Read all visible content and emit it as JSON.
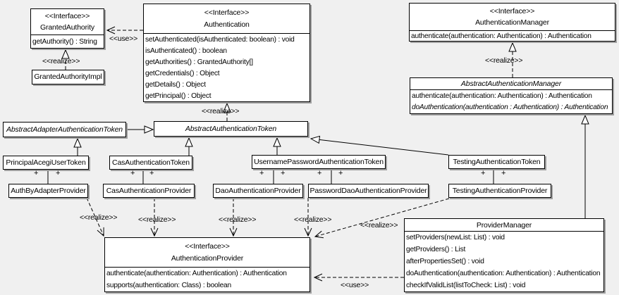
{
  "colors": {
    "background": "#f0f0f0",
    "box_fill": "#ffffff",
    "line": "#000000",
    "shadow": "#9f9f9f"
  },
  "labels": {
    "use": "<<use>>",
    "realize": "<<realize>>",
    "plus": "+"
  },
  "classes": {
    "granted_authority": {
      "stereotype": "<<Interface>>",
      "name": "GrantedAuthority",
      "methods": [
        "getAuthority() : String"
      ]
    },
    "granted_authority_impl": {
      "name": "GrantedAuthorityImpl"
    },
    "authentication": {
      "stereotype": "<<Interface>>",
      "name": "Authentication",
      "methods": [
        "setAuthenticated(isAuthenticated: boolean) : void",
        "isAuthenticated() : boolean",
        "getAuthorities() : GrantedAuthority[]",
        "getCredentials() : Object",
        "getDetails() : Object",
        "getPrincipal() : Object"
      ]
    },
    "authentication_manager": {
      "stereotype": "<<Interface>>",
      "name": "AuthenticationManager",
      "methods": [
        "authenticate(authentication: Authentication) : Authentication"
      ]
    },
    "abstract_authentication_manager": {
      "name": "AbstractAuthenticationManager",
      "methods": [
        "authenticate(authentication: Authentication) : Authentication",
        "doAuthentication(authentication : Authentication) : Authentication"
      ]
    },
    "abstract_adapter_authentication_token": {
      "name": "AbstractAdapterAuthenticationToken"
    },
    "abstract_authentication_token": {
      "name": "AbstractAuthenticationToken"
    },
    "principal_acegi_user_token": {
      "name": "PrincipalAcegiUserToken"
    },
    "cas_authentication_token": {
      "name": "CasAuthenticationToken"
    },
    "username_password_authentication_token": {
      "name": "UsernamePasswordAuthenticationToken"
    },
    "testing_authentication_token": {
      "name": "TestingAuthenticationToken"
    },
    "auth_by_adapter_provider": {
      "name": "AuthByAdapterProvider"
    },
    "cas_authentication_provider": {
      "name": "CasAuthenticationProvider"
    },
    "dao_authentication_provider": {
      "name": "DaoAuthenticationProvider"
    },
    "password_dao_authentication_provider": {
      "name": "PasswordDaoAuthenticationProvider"
    },
    "testing_authentication_provider": {
      "name": "TestingAuthenticationProvider"
    },
    "authentication_provider": {
      "stereotype": "<<Interface>>",
      "name": "AuthenticationProvider",
      "methods": [
        "authenticate(authentication: Authentication) : Authentication",
        "supports(authentication: Class) : boolean"
      ]
    },
    "provider_manager": {
      "name": "ProviderManager",
      "methods": [
        "setProviders(newList: List) : void",
        "getProviders() : List",
        "afterPropertiesSet() : void",
        "doAuthentication(authentication: Authentication) : Authentication",
        "checkIfValidList(listToCheck: List) : void"
      ]
    }
  }
}
